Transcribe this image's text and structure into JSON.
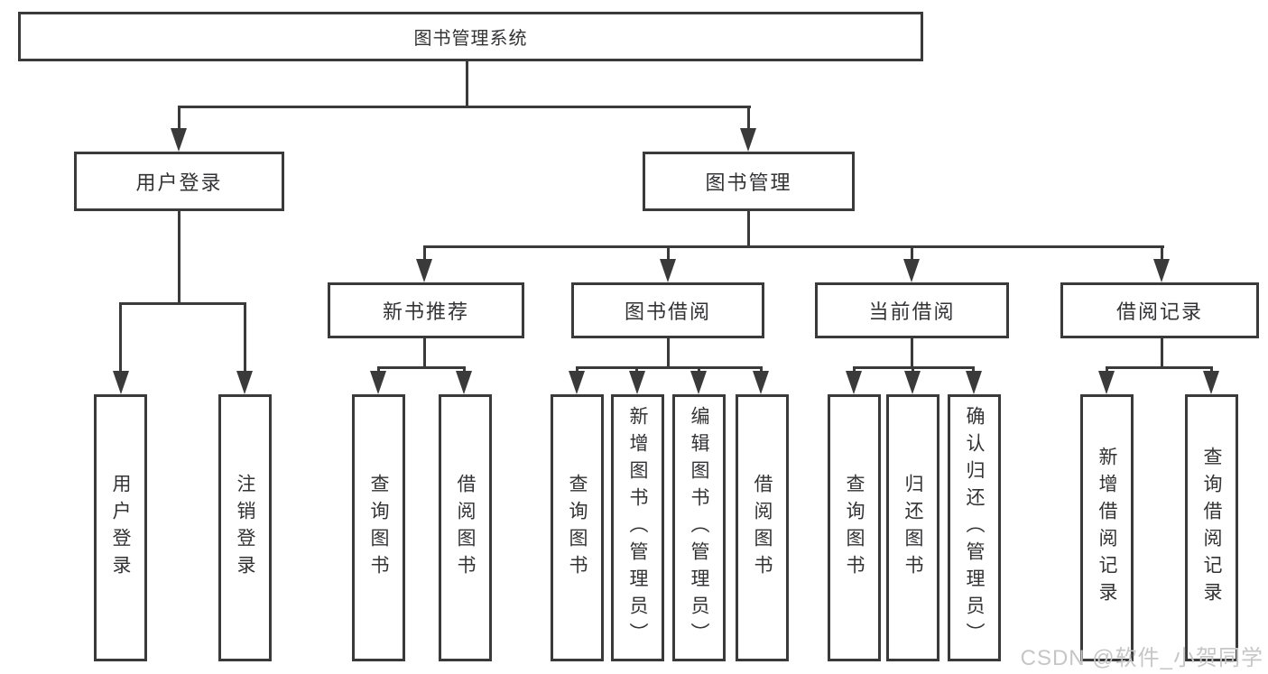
{
  "diagram": {
    "root": "图书管理系统",
    "branches": [
      {
        "label": "用户登录",
        "leaves": [
          "用户登录",
          "注销登录"
        ]
      },
      {
        "label": "图书管理",
        "groups": [
          {
            "label": "新书推荐",
            "leaves": [
              "查询图书",
              "借阅图书"
            ]
          },
          {
            "label": "图书借阅",
            "leaves": [
              "查询图书",
              "新增图书（管理员）",
              "编辑图书（管理员）",
              "借阅图书"
            ]
          },
          {
            "label": "当前借阅",
            "leaves": [
              "查询图书",
              "归还图书",
              "确认归还（管理员）"
            ]
          },
          {
            "label": "借阅记录",
            "leaves": [
              "新增借阅记录",
              "查询借阅记录"
            ]
          }
        ]
      }
    ]
  },
  "watermark": "CSDN @软件_小贺同学",
  "colors": {
    "line": "#3a3a3a",
    "text": "#333336",
    "background": "#ffffff",
    "watermark": "#c6c6c6"
  }
}
